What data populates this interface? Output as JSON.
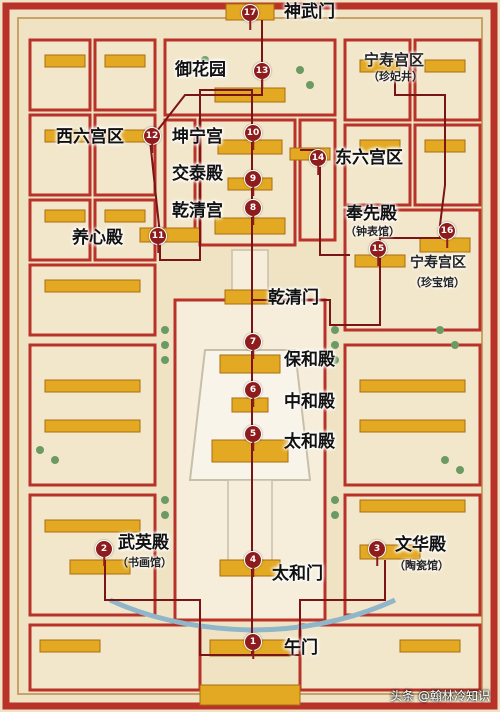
{
  "labels": {
    "shenwumen": "神武门",
    "yuhuayuan": "御花园",
    "ningshougong_n": "宁寿宫区",
    "zhenfeijing": "（珍妃井）",
    "xiliugong": "西六宫区",
    "kunninggong": "坤宁宫",
    "dongliugong": "东六宫区",
    "jiaotaidian": "交泰殿",
    "qianqinggong": "乾清宫",
    "fengxiandian": "奉先殿",
    "zhongbiaoguan": "（钟表馆）",
    "yangxindian": "养心殿",
    "ningshougong_s": "宁寿宫区",
    "zhenbaoguan": "（珍宝馆）",
    "qianqingmen": "乾清门",
    "baohedian": "保和殿",
    "zhonghedian": "中和殿",
    "taihedian": "太和殿",
    "wuyingdian": "武英殿",
    "shuhuaguan": "（书画馆）",
    "wenhuadian": "文华殿",
    "taociguan": "（陶瓷馆）",
    "taihemen": "太和门",
    "wumen": "午门"
  },
  "markers": {
    "m1": "1",
    "m2": "2",
    "m3": "3",
    "m4": "4",
    "m5": "5",
    "m6": "6",
    "m7": "7",
    "m8": "8",
    "m9": "9",
    "m10": "10",
    "m11": "11",
    "m12": "12",
    "m13": "13",
    "m14": "14",
    "m15": "15",
    "m16": "16",
    "m17": "17"
  },
  "watermark": "头条 @翰林冷知识",
  "colors": {
    "ground": "#efe3c4",
    "wall_red": "#b8322a",
    "roof_yellow": "#e3a922",
    "route": "#7a1515",
    "marker": "#8e1c1c",
    "tree": "#6c9a63",
    "water": "#8fb6c9"
  }
}
